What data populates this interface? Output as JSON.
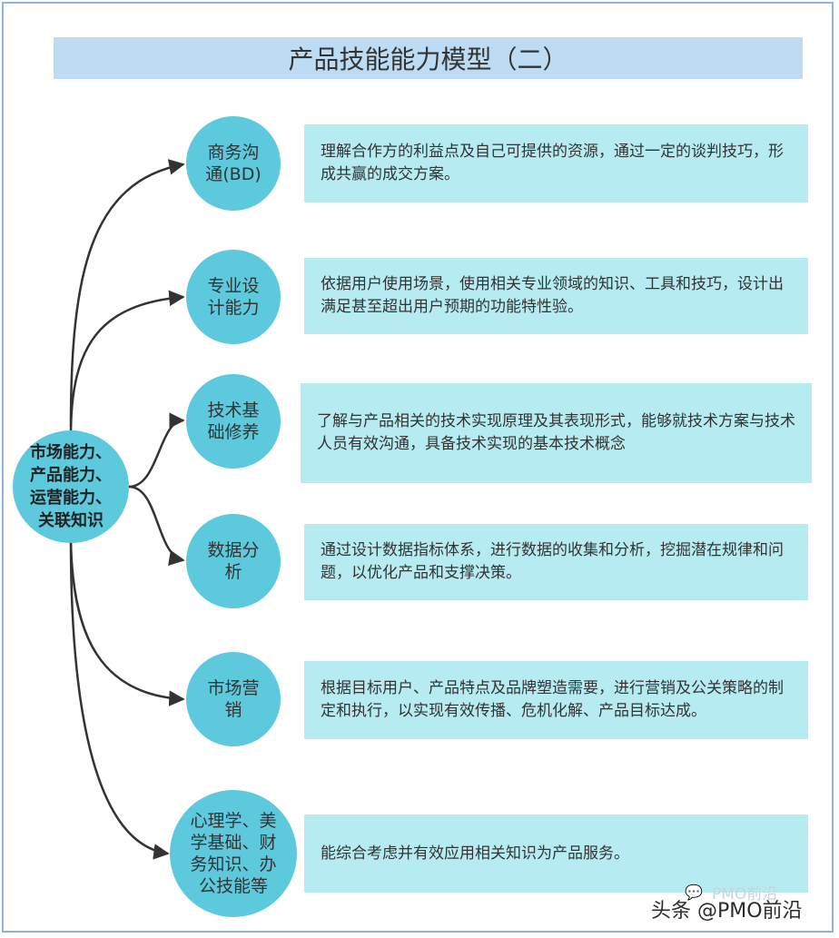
{
  "title": "产品技能能力模型（二）",
  "center": {
    "label": "市场能力、\n产品能力、\n运营能力、\n关联知识"
  },
  "branches": [
    {
      "label": "商务沟\n通(BD)",
      "desc": "理解合作方的利益点及自己可提供的资源，通过一定的谈判技巧，形成共赢的成交方案。"
    },
    {
      "label": "专业设\n计能力",
      "desc": "依据用户使用场景，使用相关专业领域的知识、工具和技巧，设计出满足甚至超出用户预期的功能特性验。"
    },
    {
      "label": "技术基\n础修养",
      "desc": "了解与产品相关的技术实现原理及其表现形式，能够就技术方案与技术人员有效沟通，具备技术实现的基本技术概念"
    },
    {
      "label": "数据分\n析",
      "desc": "通过设计数据指标体系，进行数据的收集和分析，挖掘潜在规律和问题，以优化产品和支撑决策。"
    },
    {
      "label": "市场营\n销",
      "desc": "根据目标用户、产品特点及品牌塑造需要，进行营销及公关策略的制定和执行，以实现有效传播、危机化解、产品目标达成。"
    },
    {
      "label": "心理学、美\n学基础、财\n务知识、办\n公技能等",
      "desc": "能综合考虑并有效应用相关知识为产品服务。"
    }
  ],
  "watermark": {
    "text": "头条 @PMO前沿",
    "faint_text": "PMO前沿"
  },
  "colors": {
    "circle": "#5cc9dd",
    "desc_box": "#b6ebf1",
    "title_bar": "#bddcf3",
    "connector": "#333333"
  }
}
